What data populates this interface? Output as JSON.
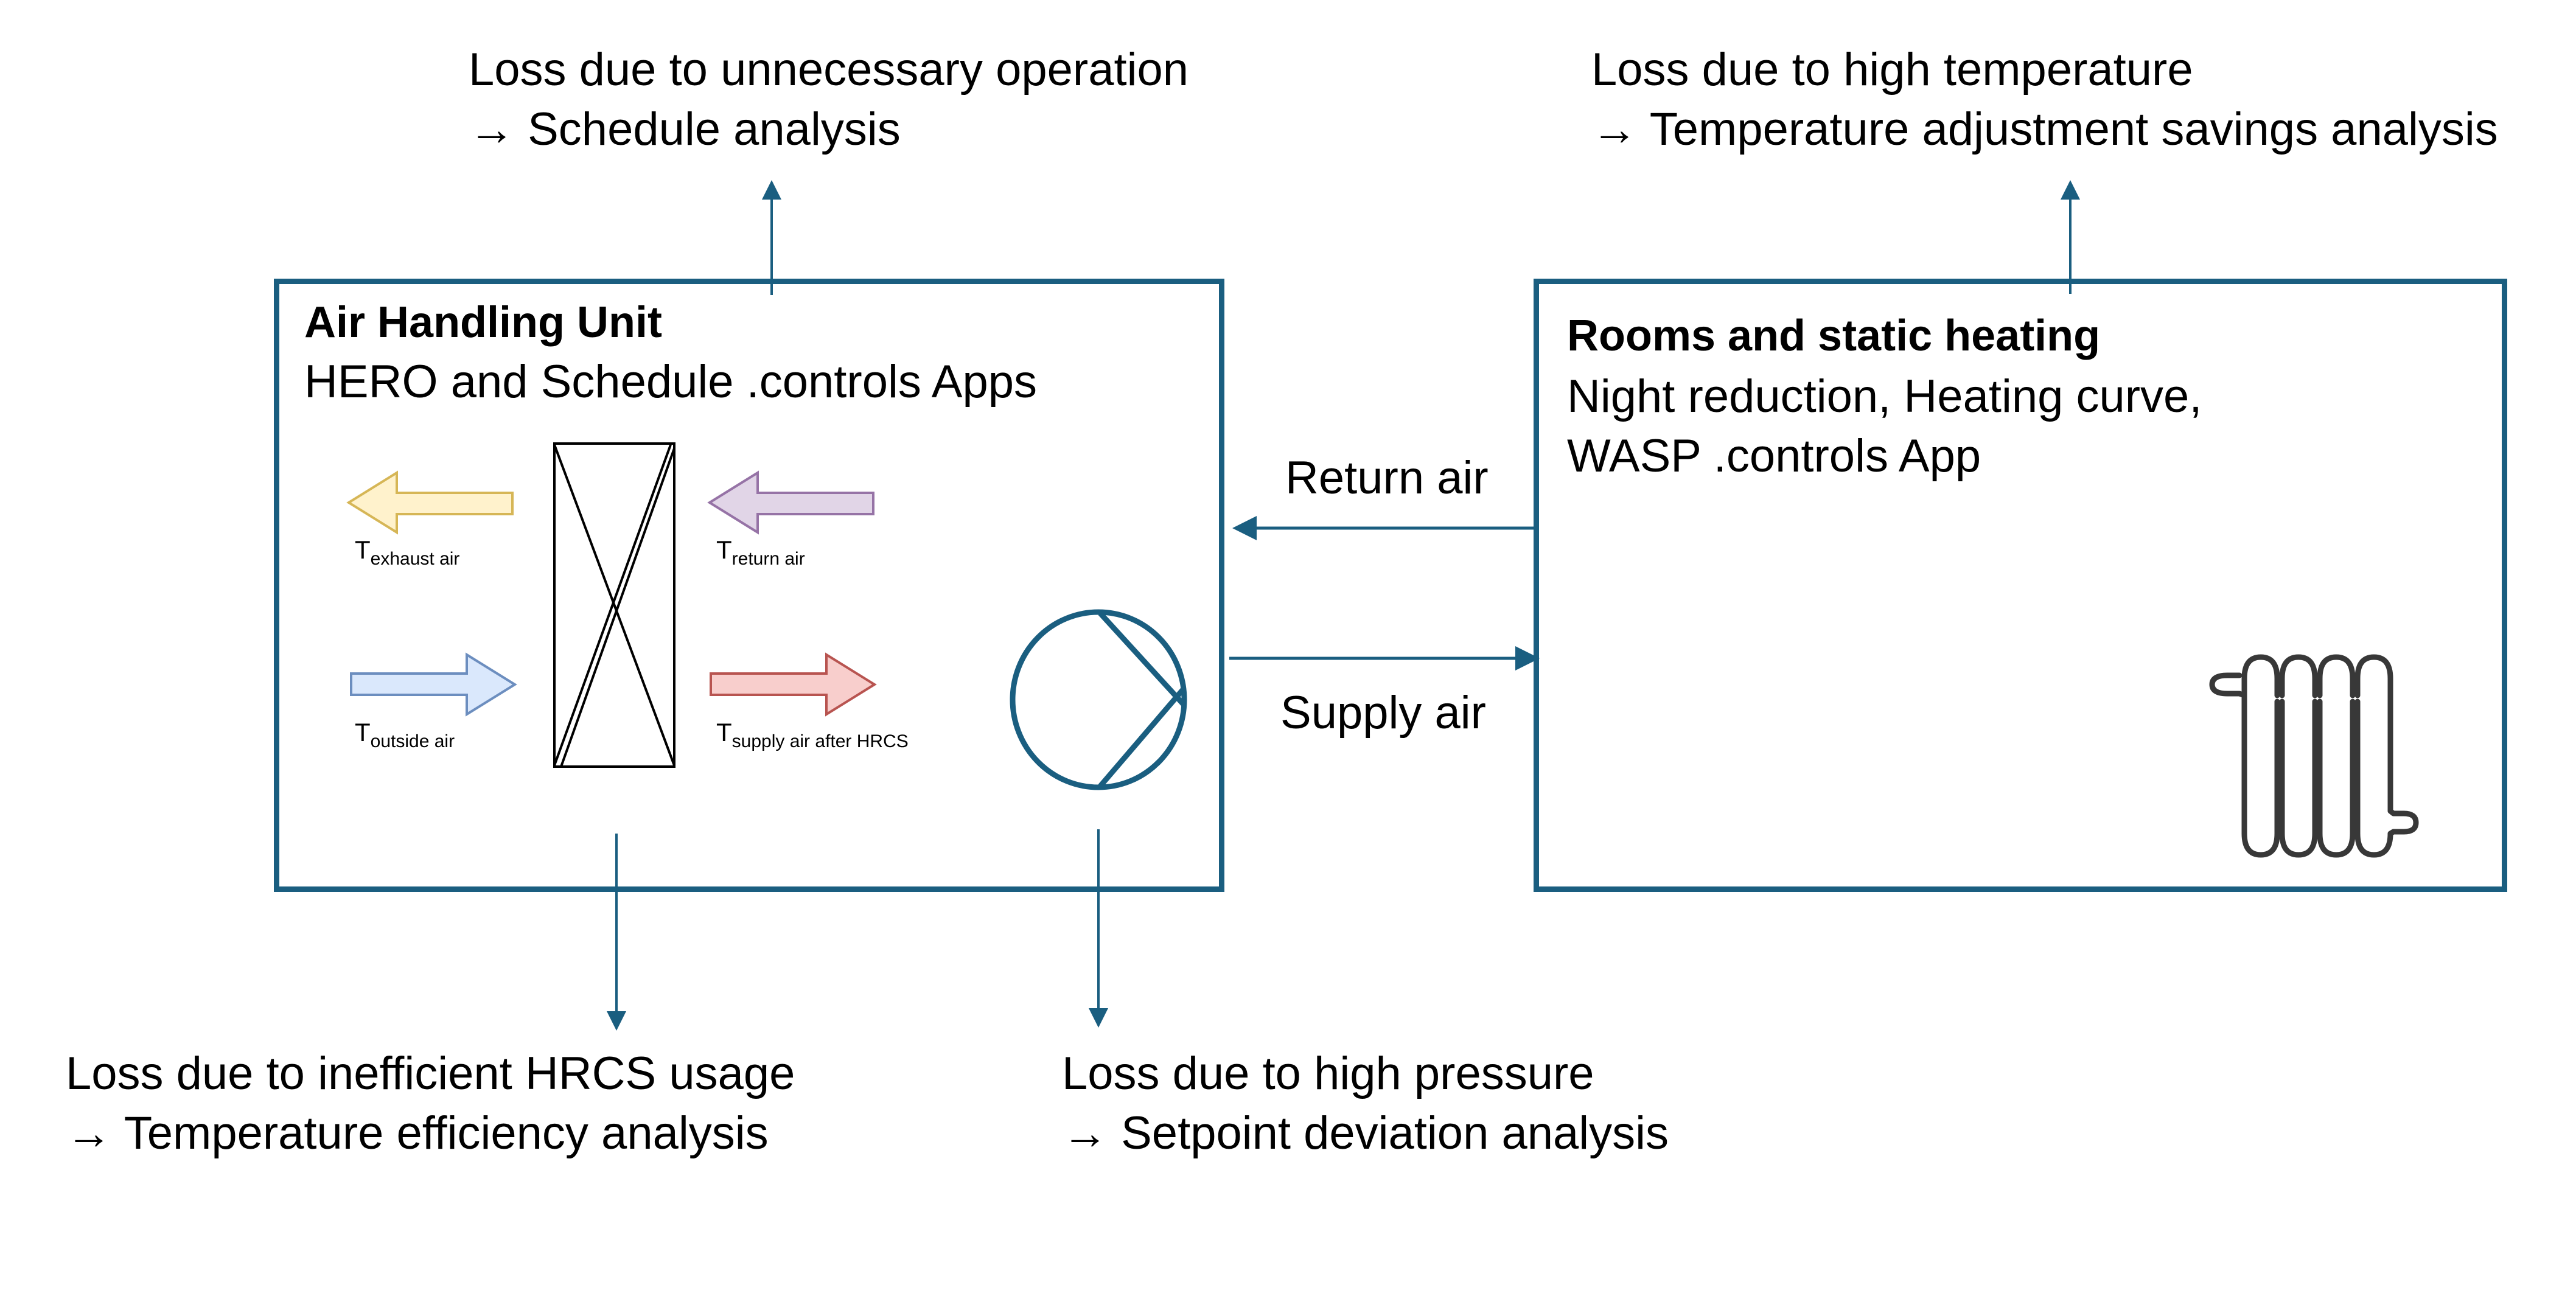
{
  "ahu": {
    "title": "Air Handling Unit",
    "subtitle": "HERO and Schedule .controls Apps",
    "labels": {
      "exhaust": {
        "main": "T",
        "sub": "exhaust air"
      },
      "return": {
        "main": "T",
        "sub": "return air"
      },
      "outside": {
        "main": "T",
        "sub": "outside air"
      },
      "supply": {
        "main": "T",
        "sub": "supply air after HRCS"
      }
    }
  },
  "rooms": {
    "title": "Rooms and static heating",
    "line1": "Night reduction, Heating curve,",
    "line2": "WASP .controls App"
  },
  "flows": {
    "return_air": "Return air",
    "supply_air": "Supply air"
  },
  "losses": {
    "schedule": {
      "line1": "Loss due to unnecessary operation",
      "line2": "→ Schedule analysis"
    },
    "temperature": {
      "line1": "Loss due to high temperature",
      "line2": "→ Temperature adjustment savings analysis"
    },
    "hrcs": {
      "line1": "Loss due to inefficient HRCS usage",
      "line2": "→ Temperature efficiency analysis"
    },
    "pressure": {
      "line1": "Loss due to high pressure",
      "line2": "→ Setpoint deviation analysis"
    }
  },
  "colors": {
    "accent": "#1a5e80",
    "exhaust_fill": "#fff2cc",
    "exhaust_stroke": "#d6b656",
    "return_fill": "#e1d5e7",
    "return_stroke": "#9673a6",
    "outside_fill": "#dae8fc",
    "outside_stroke": "#6c8ebf",
    "supply_fill": "#f8cecc",
    "supply_stroke": "#b85450",
    "radiator": "#383838"
  }
}
